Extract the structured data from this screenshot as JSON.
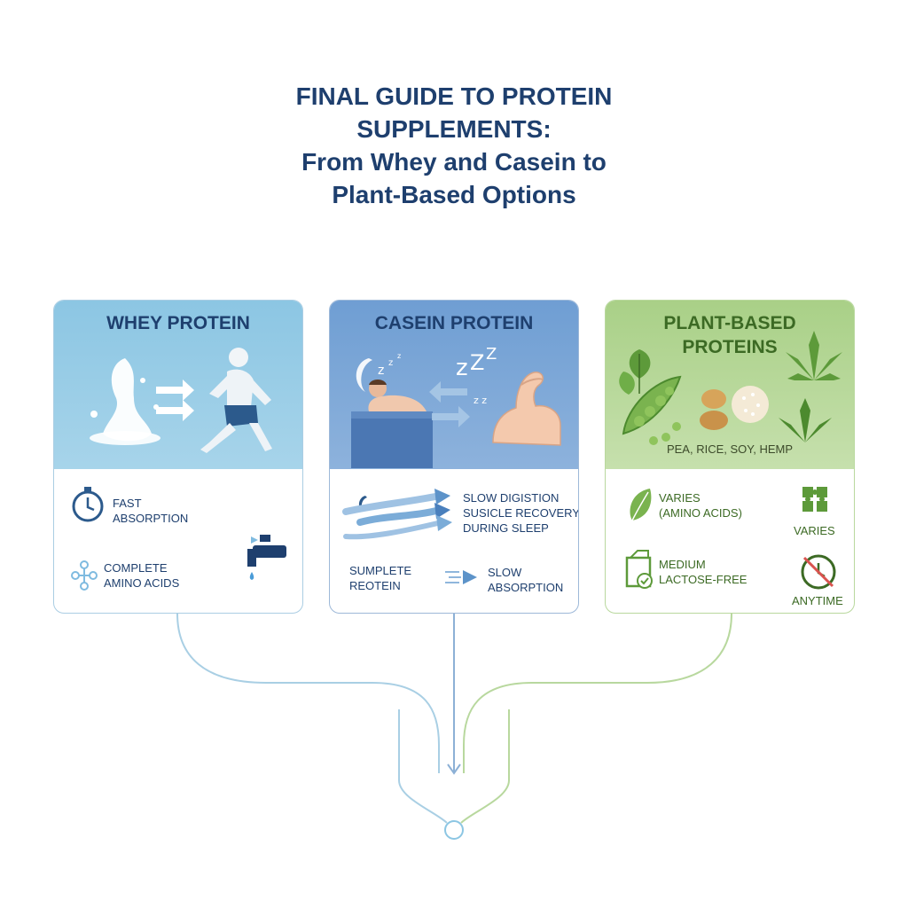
{
  "title": {
    "line1": "FINAL GUIDE TO PROTEIN",
    "line2": "SUPPLEMENTS:",
    "line3": "From Whey and Casein to",
    "line4": "Plant-Based Options"
  },
  "cards": {
    "whey": {
      "title": "WHEY PROTEIN",
      "feature1": "FAST",
      "feature1b": "ABSORPTION",
      "feature2": "COMPLETE",
      "feature2b": "AMINO ACIDS",
      "icons": [
        "milk-splash-icon",
        "arrow-icon",
        "runner-icon",
        "stopwatch-icon",
        "amino-molecule-icon",
        "faucet-icon"
      ]
    },
    "casein": {
      "title": "CASEIN PROTEIN",
      "feature1": "SLOW DIGISTION",
      "feature1b": "SUSICLE RECOVERY",
      "feature1c": "DURING SLEEP",
      "feature2": "SUMPLETE",
      "feature2b": "REOTEIN",
      "feature3": "SLOW",
      "feature3b": "ABSORPTION",
      "icons": [
        "moon-icon",
        "sleeping-person-icon",
        "zzz-icon",
        "flexed-arm-icon",
        "wind-arrows-icon",
        "speed-arrow-icon"
      ]
    },
    "plant": {
      "title_line1": "PLANT-BASED",
      "title_line2": "PROTEINS",
      "sources": "PEA, RICE, SOY, HEMP",
      "feature1": "VARIES",
      "feature1b": "(AMINO ACIDS)",
      "feature2": "VARIES",
      "feature3": "MEDIUM",
      "feature3b": "LACTOSE-FREE",
      "feature4": "ANYTIME",
      "icons": [
        "basil-icon",
        "peapod-icon",
        "bean-icon",
        "rice-icon",
        "hemp-leaf-icon",
        "leaf-icon",
        "puzzle-icon",
        "milk-carton-icon",
        "no-clock-icon"
      ]
    }
  },
  "colors": {
    "navy": "#1e3f6e",
    "whey": "#8cc6e3",
    "casein": "#6f9ed3",
    "plant": "#a9d087",
    "plant_text": "#3c6a24"
  }
}
